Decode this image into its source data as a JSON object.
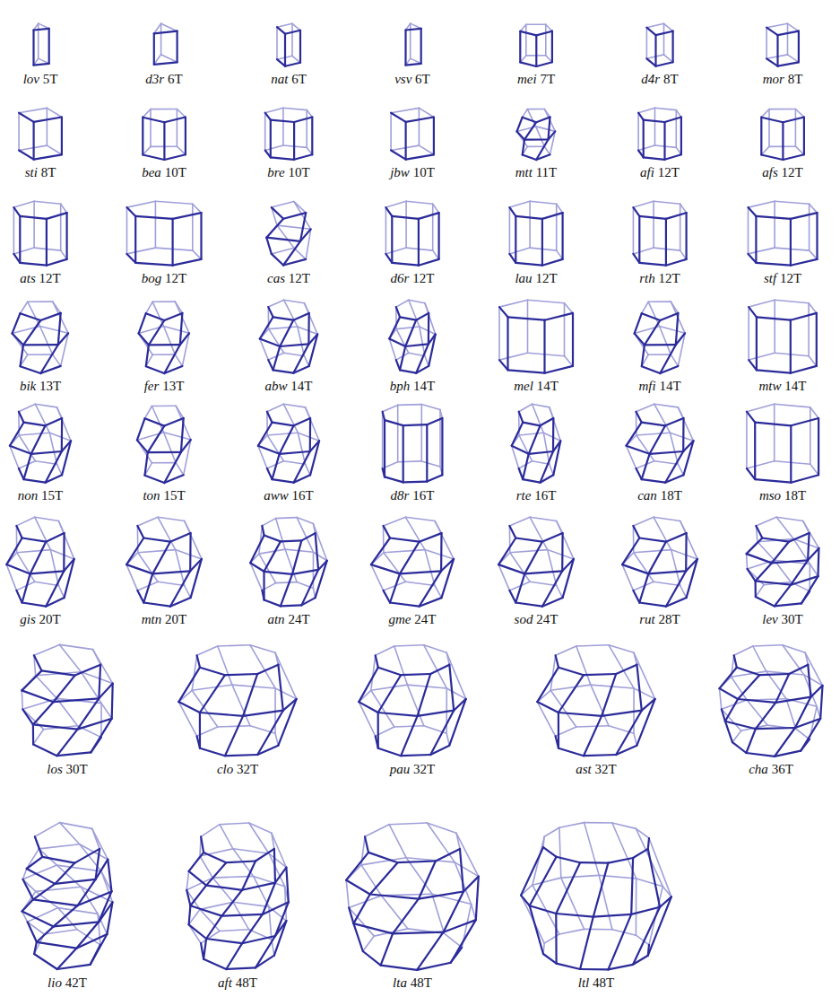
{
  "diagram": {
    "labels": [
      "lov 5T",
      "d3r 6T",
      "nat 6T",
      "vsv 6T",
      "mei 7T",
      "d4r 8T",
      "mor 8T",
      "sti 8T",
      "bea 10T",
      "bre 10T",
      "jbw 10T",
      "mtt 11T",
      "afi 12T",
      "afs 12T",
      "ats 12T",
      "bog 12T",
      "cas 12T",
      "d6r 12T",
      "lau 12T",
      "rth 12T",
      "stf 12T",
      "bik 13T",
      "fer 13T",
      "abw 14T",
      "bph 14T",
      "mel 14T",
      "mfi 14T",
      "mtw 14T",
      "non 15T",
      "ton 15T",
      "aww 16T",
      "d8r 16T",
      "rte 16T",
      "can 18T",
      "mso 18T",
      "gis 20T",
      "mtn 20T",
      "atn 24T",
      "gme 24T",
      "sod 24T",
      "rut 28T",
      "lev 30T",
      "los 30T",
      "clo 32T",
      "pau 32T",
      "ast 32T",
      "cha 36T",
      "lio 42T",
      "aft 48T",
      "lta 48T",
      "ltl 48T"
    ]
  }
}
